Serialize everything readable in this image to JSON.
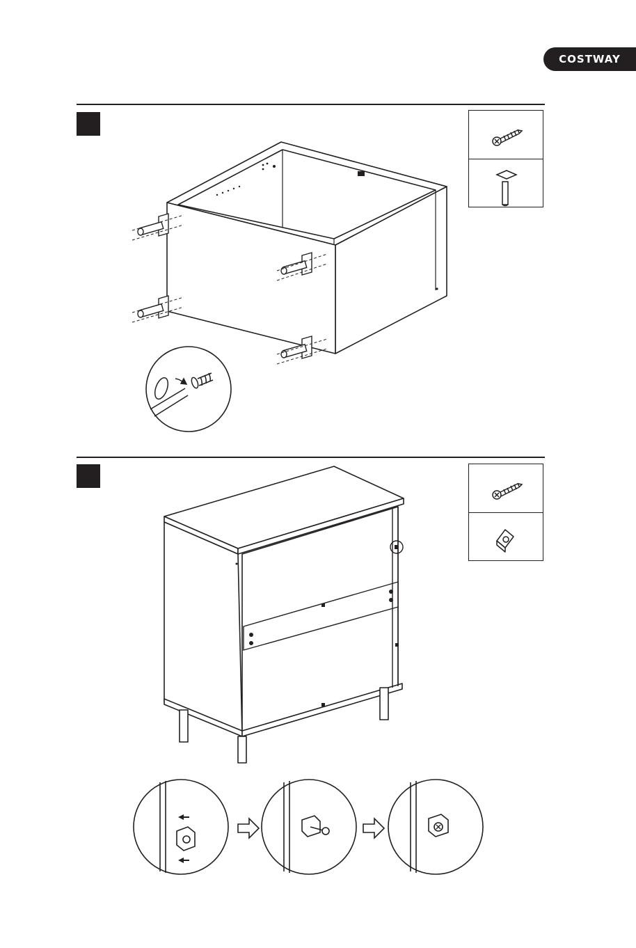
{
  "brand": {
    "name": "COSTWAY",
    "color": "#231f20"
  },
  "steps": [
    {
      "id": "step-a",
      "parts": [
        "screw-icon",
        "leg-icon"
      ]
    },
    {
      "id": "step-b",
      "parts": [
        "screw-icon",
        "corner-bracket-icon"
      ]
    }
  ],
  "colors": {
    "ink": "#231f20",
    "paper": "#ffffff"
  }
}
